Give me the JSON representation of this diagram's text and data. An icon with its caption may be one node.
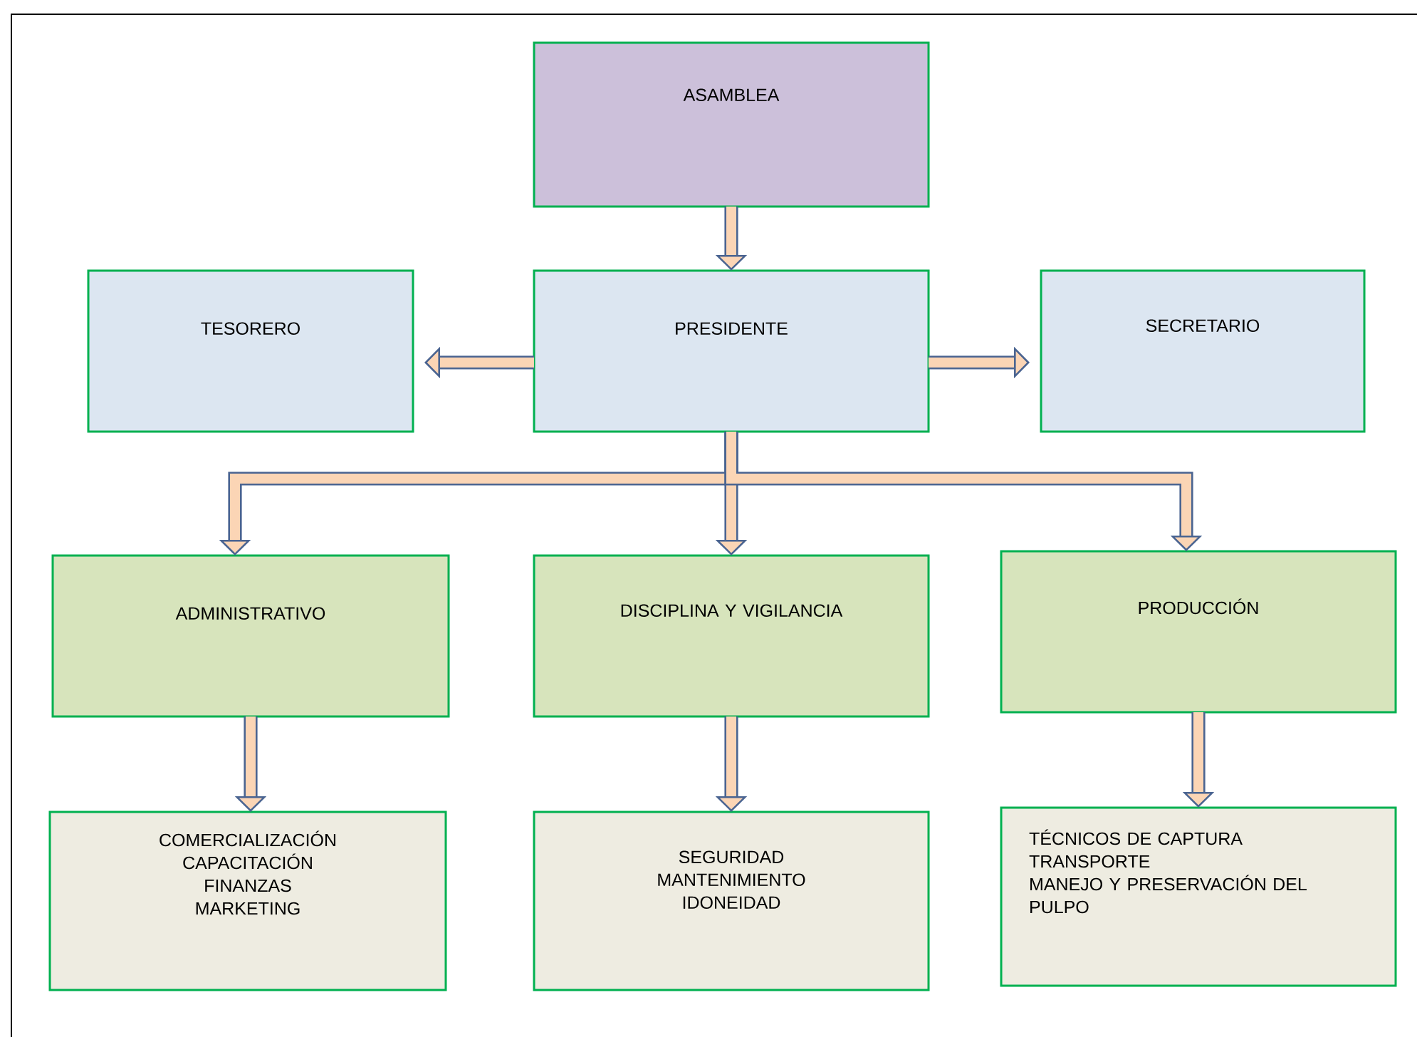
{
  "diagram": {
    "nodes": [
      {
        "text": [
          "ASAMBLEA"
        ]
      },
      {
        "text": [
          "TESORERO"
        ]
      },
      {
        "text": [
          "PRESIDENTE"
        ]
      },
      {
        "text": [
          "SECRETARIO"
        ]
      },
      {
        "text": [
          "ADMINISTRATIVO"
        ]
      },
      {
        "text": [
          "DISCIPLINA Y VIGILANCIA"
        ]
      },
      {
        "text": [
          "PRODUCCIÓN"
        ]
      },
      {
        "text": [
          "COMERCIALIZACIÓN",
          "CAPACITACIÓN",
          "FINANZAS",
          "MARKETING"
        ]
      },
      {
        "text": [
          "SEGURIDAD",
          "MANTENIMIENTO",
          "IDONEIDAD"
        ]
      },
      {
        "text": [
          "TÉCNICOS DE CAPTURA",
          "TRANSPORTE",
          "MANEJO Y PRESERVACIÓN DEL PULPO"
        ]
      }
    ],
    "edges": [
      {
        "from": 0,
        "to": 2,
        "arrow": "to"
      },
      {
        "from": 2,
        "to": 1,
        "arrow": "to"
      },
      {
        "from": 2,
        "to": 3,
        "arrow": "to"
      },
      {
        "from": 2,
        "to": 4,
        "arrow": "to"
      },
      {
        "from": 2,
        "to": 5,
        "arrow": "to"
      },
      {
        "from": 2,
        "to": 6,
        "arrow": "to"
      },
      {
        "from": 4,
        "to": 7,
        "arrow": "to"
      },
      {
        "from": 5,
        "to": 8,
        "arrow": "to"
      },
      {
        "from": 6,
        "to": 9,
        "arrow": "to"
      }
    ]
  }
}
